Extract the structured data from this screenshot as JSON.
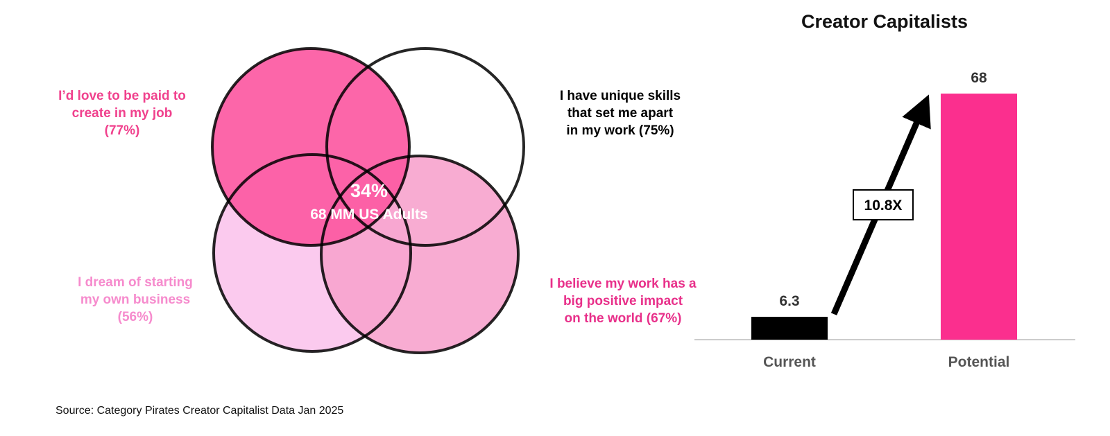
{
  "colors": {
    "circle_paid": "#fc5aa3",
    "circle_skills": "#ffffff",
    "circle_business": "#fbcaee",
    "circle_impact": "#f78fc4",
    "bar_current": "#000000",
    "bar_potential": "#fb2f8e",
    "label_paid": "#f0418d",
    "label_skills": "#000000",
    "label_business": "#f68bcd",
    "label_impact": "#e8308a"
  },
  "venn": {
    "sets": [
      {
        "id": "paid",
        "lines": [
          "I’d love to be paid to",
          "create in my job",
          "(77%)"
        ],
        "percent": 77
      },
      {
        "id": "skills",
        "lines": [
          "I have unique skills",
          "that set me apart",
          "in my work (75%)"
        ],
        "percent": 75
      },
      {
        "id": "business",
        "lines": [
          "I dream of starting",
          "my own business",
          "(56%)"
        ],
        "percent": 56
      },
      {
        "id": "impact",
        "lines": [
          "I believe my work has a",
          "big positive impact",
          "on the world (67%)"
        ],
        "percent": 67
      }
    ],
    "center_percent": "34%",
    "center_label": "68 MM US Adults"
  },
  "chart_data": {
    "type": "bar",
    "title": "Creator Capitalists",
    "categories": [
      "Current",
      "Potential"
    ],
    "values": [
      6.3,
      68
    ],
    "value_labels": [
      "6.3",
      "68"
    ],
    "multiplier_label": "10.8X",
    "ylim": [
      0,
      68
    ],
    "grid": false,
    "legend": "none"
  },
  "source": "Source: Category Pirates Creator Capitalist Data Jan 2025"
}
